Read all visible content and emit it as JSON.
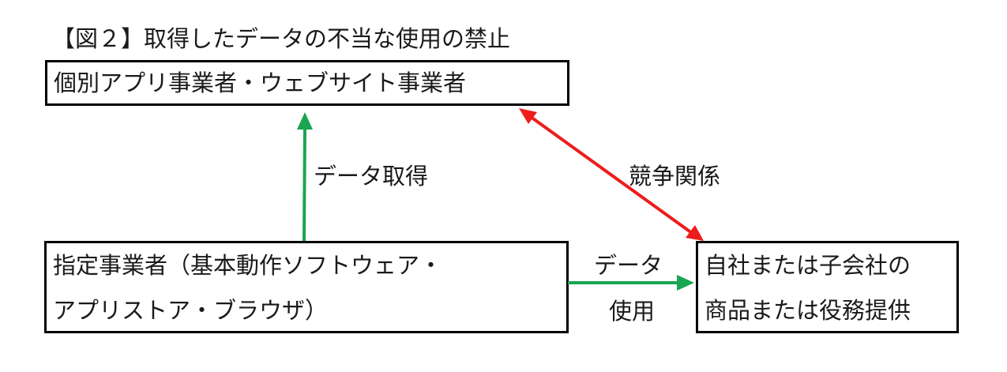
{
  "title": "【図２】取得したデータの不当な使用の禁止",
  "boxes": {
    "top": {
      "lines": [
        "個別アプリ事業者・ウェブサイト事業者"
      ]
    },
    "left": {
      "lines": [
        "指定事業者（基本動作ソフトウェア・",
        "アプリストア・ブラウザ）"
      ]
    },
    "right": {
      "lines": [
        "自社または子会社の",
        "商品または役務提供"
      ]
    }
  },
  "arrows": {
    "acquire": {
      "label": "データ取得",
      "color": "#1aa551",
      "direction": "left-box → top-box"
    },
    "compete": {
      "label": "競争関係",
      "color": "#ee1c1c",
      "direction": "bidirectional top-box ↔ right-box"
    },
    "use": {
      "label_line1": "データ",
      "label_line2": "使用",
      "color": "#1aa551",
      "direction": "left-box → right-box"
    }
  },
  "colors": {
    "green_arrow": "#1aa551",
    "red_arrow": "#ee1c1c",
    "box_border": "#000000"
  }
}
